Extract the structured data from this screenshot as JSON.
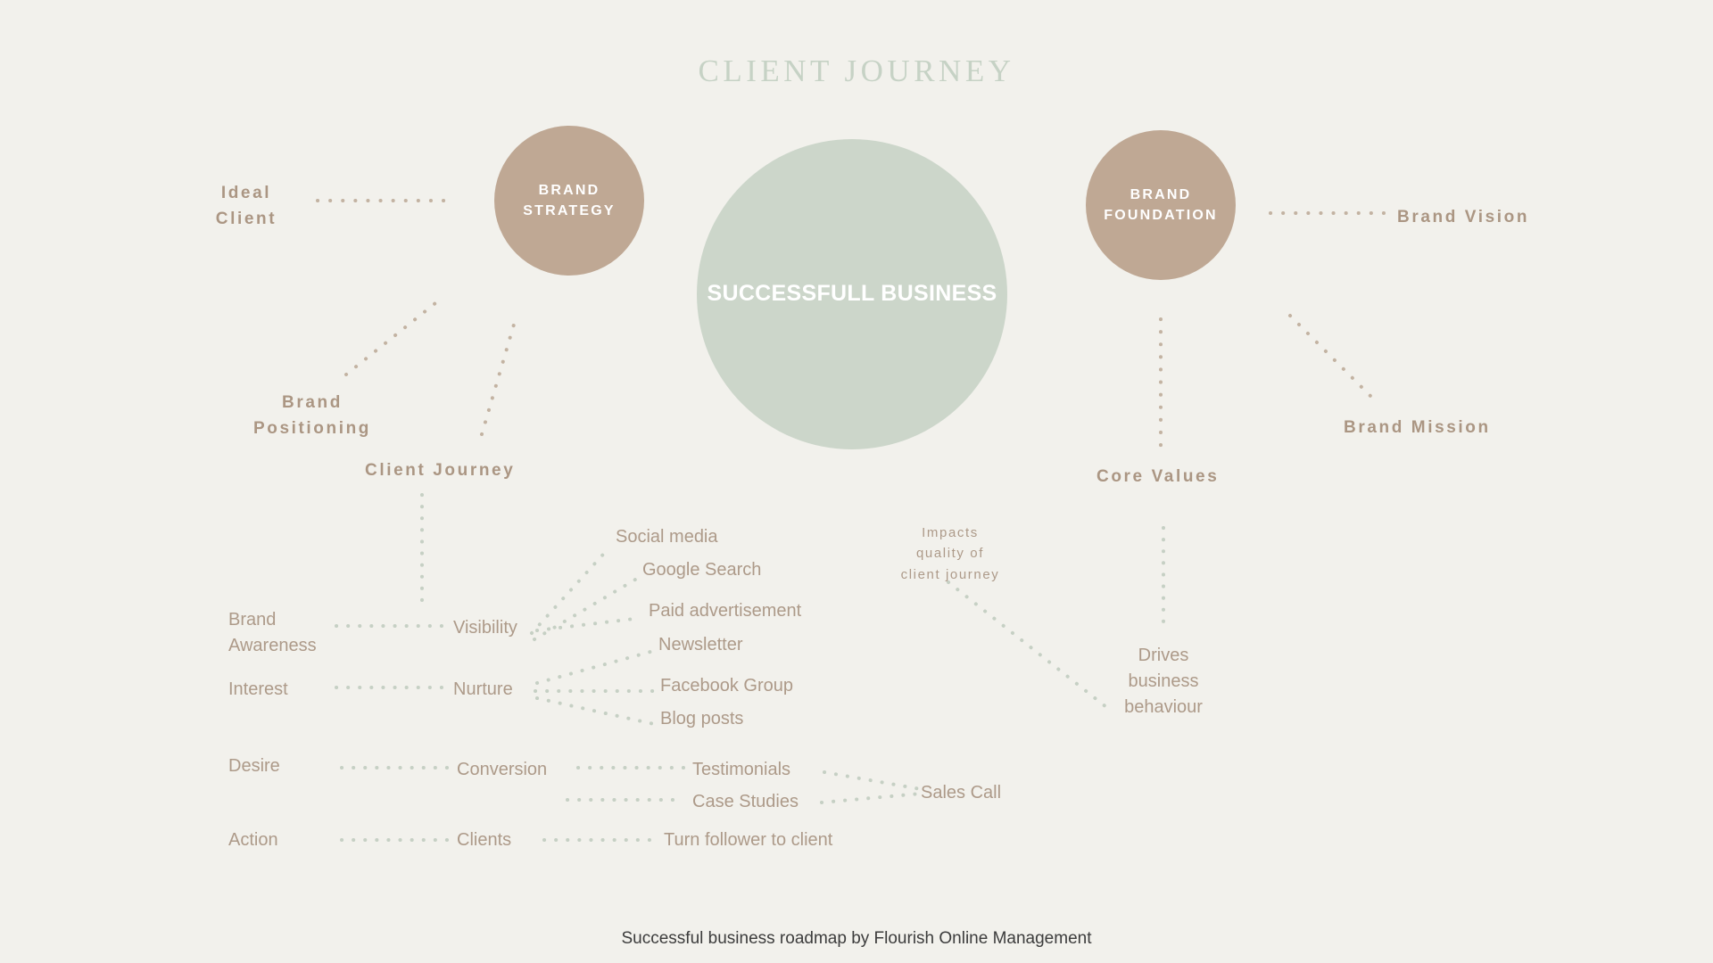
{
  "page": {
    "title": "CLIENT JOURNEY",
    "footer": "Successful business roadmap by Flourish Online Management",
    "background_color": "#f2f1ec",
    "taupe": "#bfa894",
    "sage": "#ccd6ca",
    "text_taupe": "#ab9683",
    "title_color": "#c6d2c5"
  },
  "circles": {
    "brand_strategy": "BRAND\nSTRATEGY",
    "successful_business": "SUCCESSFULL\nBUSINESS",
    "brand_foundation": "BRAND\nFOUNDATION"
  },
  "branches": {
    "ideal_client": "Ideal\nClient",
    "brand_positioning": "Brand\nPositioning",
    "client_journey": "Client Journey",
    "brand_vision": "Brand Vision",
    "brand_mission": "Brand Mission",
    "core_values": "Core Values",
    "impacts_note": "Impacts\nquality of\nclient journey",
    "drives_note": "Drives\nbusiness\nbehaviour"
  },
  "journey": {
    "stages": [
      {
        "stage": "Brand\nAwareness",
        "action": "Visibility",
        "tactics": [
          "Social media",
          "Google Search",
          "Paid advertisement"
        ]
      },
      {
        "stage": "Interest",
        "action": "Nurture",
        "tactics": [
          "Newsletter",
          "Facebook Group",
          "Blog posts"
        ]
      },
      {
        "stage": "Desire",
        "action": "Conversion",
        "tactics": [
          "Testimonials",
          "Case Studies"
        ],
        "outcome": "Sales Call"
      },
      {
        "stage": "Action",
        "action": "Clients",
        "tactics": [
          "Turn follower to client"
        ]
      }
    ]
  }
}
